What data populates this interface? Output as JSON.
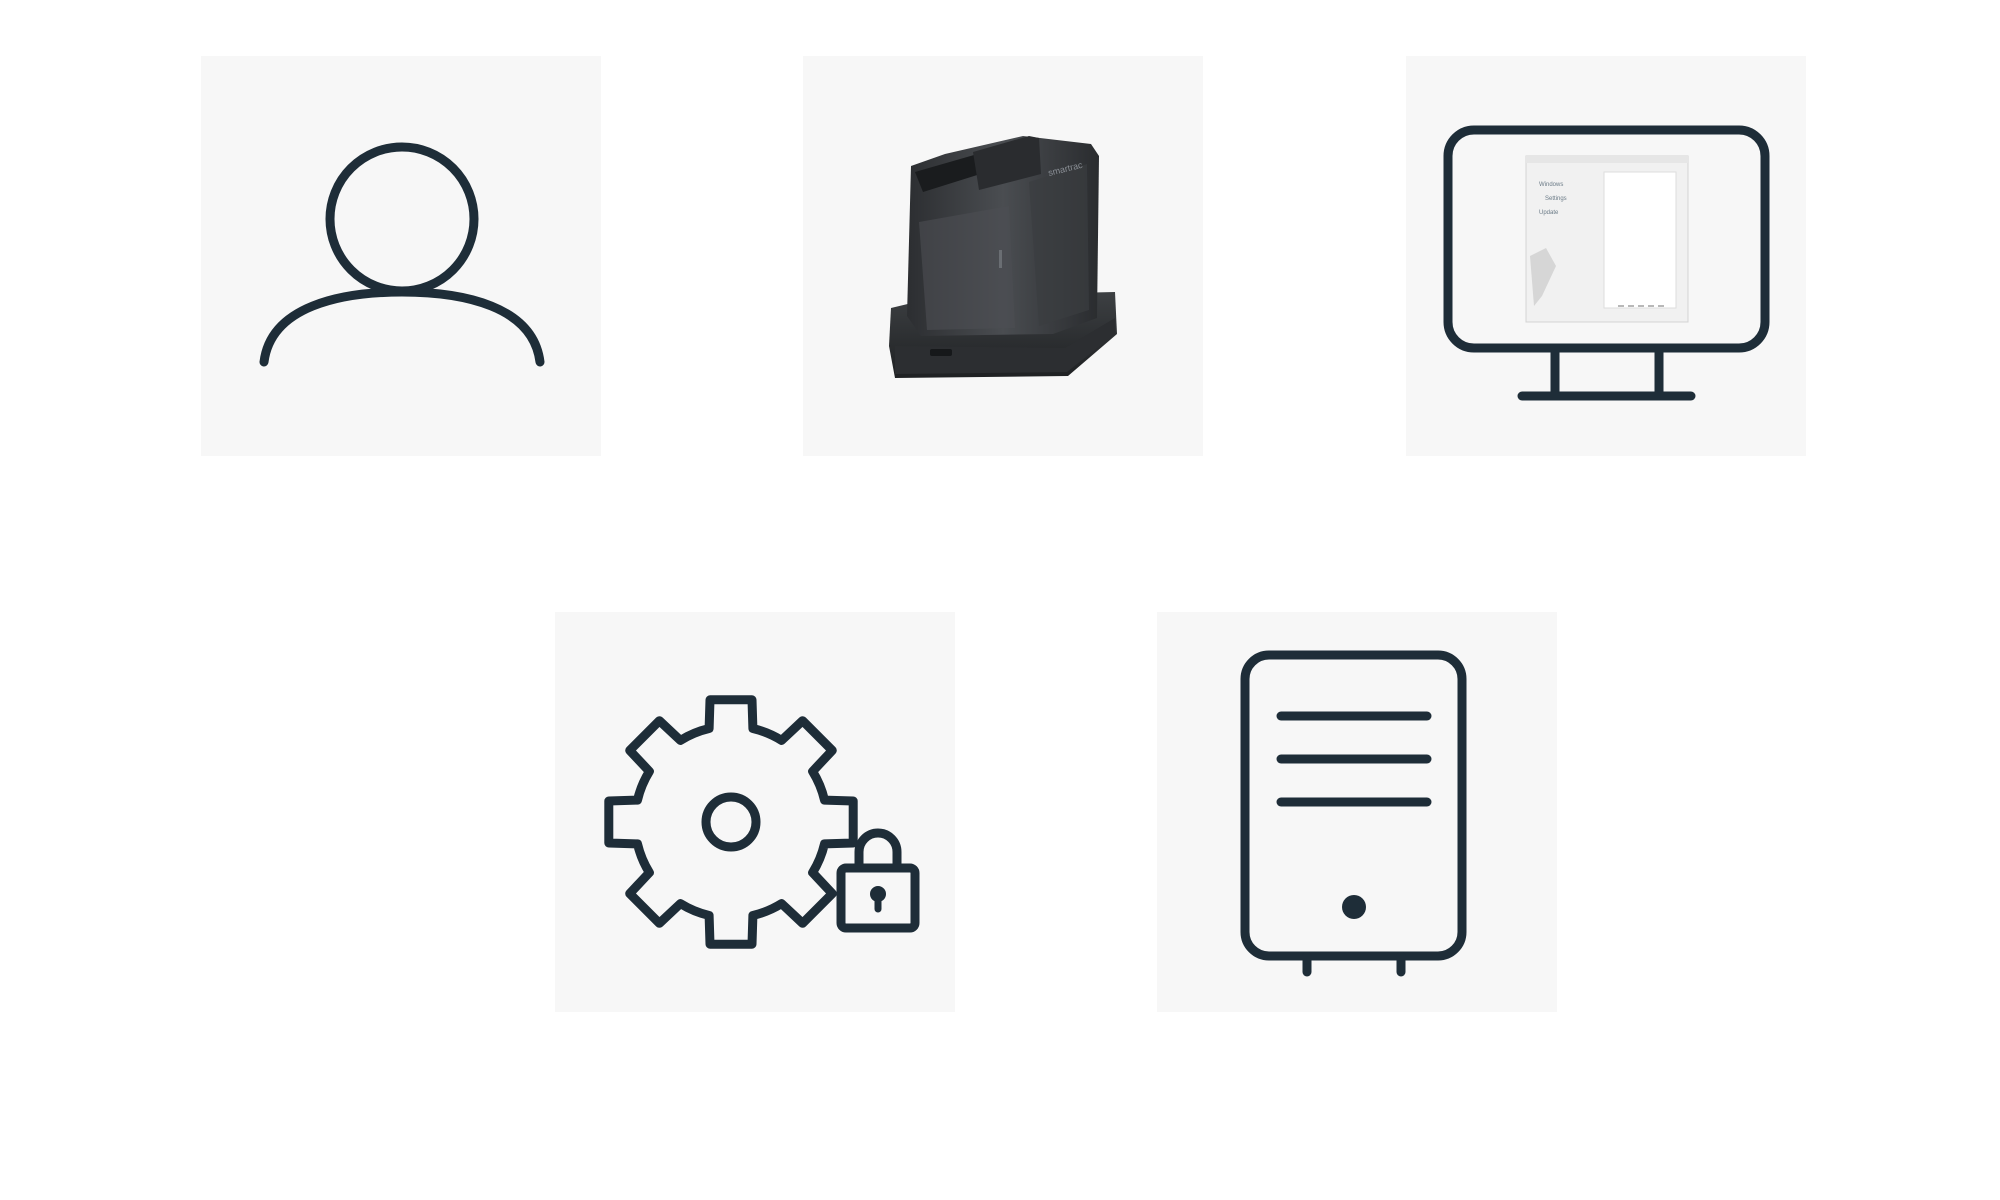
{
  "colors": {
    "tile_background": "#f7f7f7",
    "icon_stroke": "#1e2d38",
    "page_background": "#ffffff",
    "device_body": "#3a3d40"
  },
  "tiles": [
    {
      "icon": "user-icon"
    },
    {
      "icon": "charging-cradle-device-image",
      "device_brand": "smartrac"
    },
    {
      "icon": "monitor-icon",
      "screen_menu": [
        "Windows",
        "Settings",
        "Update"
      ]
    },
    {
      "icon": "gear-lock-icon"
    },
    {
      "icon": "server-tower-icon"
    }
  ]
}
